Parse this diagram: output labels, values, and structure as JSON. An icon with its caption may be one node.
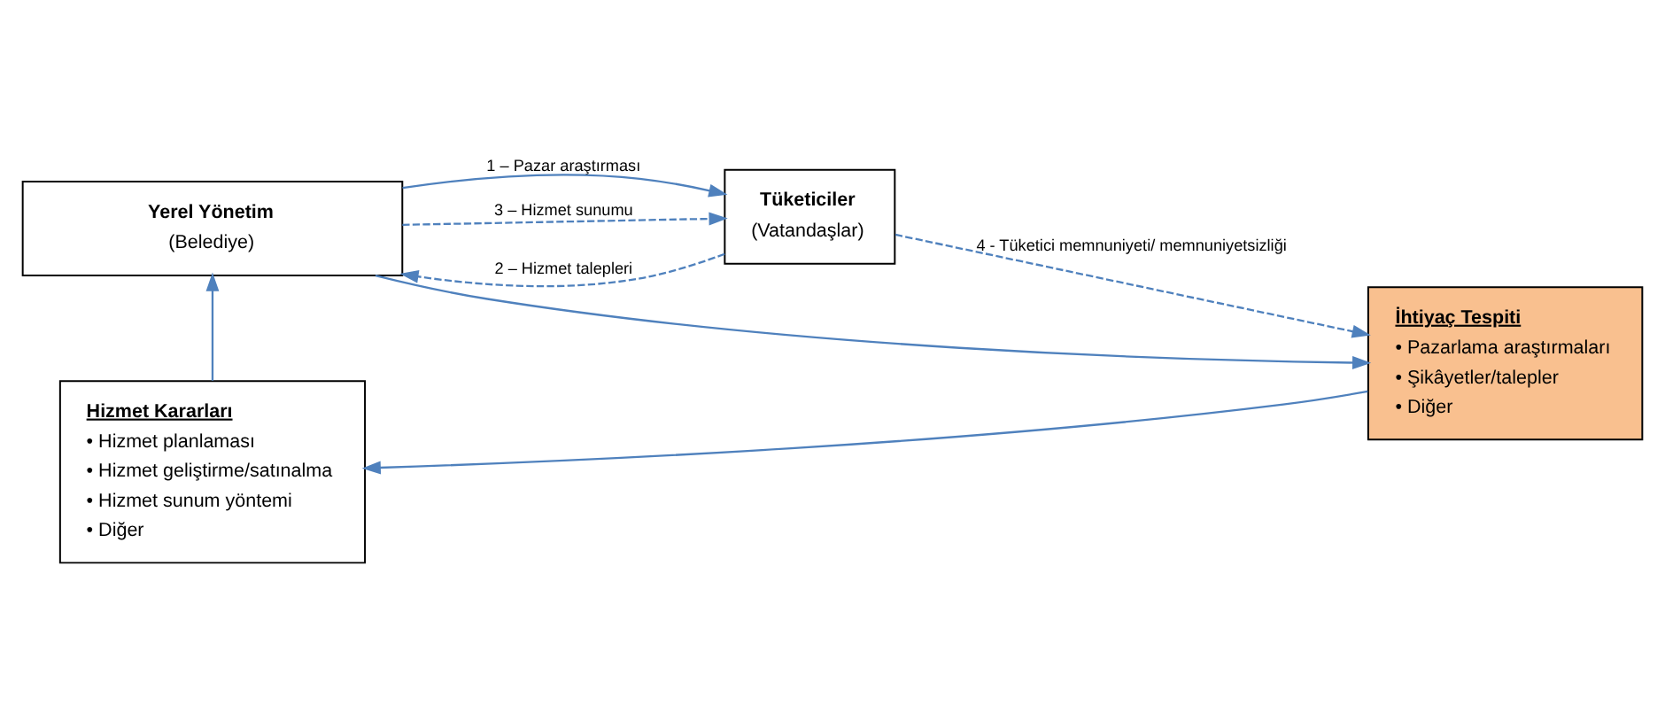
{
  "diagram": {
    "nodes": [
      {
        "text": [
          "Yerel Yönetim",
          "(Belediye)"
        ]
      },
      {
        "text": [
          "Tüketiciler",
          "(Vatandaşlar)"
        ]
      },
      {
        "text": [
          "Hizmet Kararları",
          "• Hizmet planlaması",
          "• Hizmet geliştirme/satınalma",
          "• Hizmet sunum yöntemi",
          "• Diğer"
        ]
      },
      {
        "text": [
          "İhtiyaç Tespiti",
          "• Pazarlama araştırmaları",
          "• Şikâyetler/talepler",
          "• Diğer"
        ]
      }
    ],
    "edges": [
      {
        "from": 1,
        "to": 0,
        "arrow": "to",
        "label": "2 – Hizmet talepleri",
        "style": "dashed"
      },
      {
        "from": 0,
        "to": 1,
        "arrow": "to",
        "label": "1 – Pazar araştırması"
      },
      {
        "from": 0,
        "to": 1,
        "arrow": "to",
        "label": "3 – Hizmet sunumu",
        "style": "dashed"
      },
      {
        "from": 1,
        "to": 3,
        "arrow": "to",
        "label": "4 - Tüketici memnuniyeti/ memnuniyetsizliği",
        "style": "dashed"
      },
      {
        "from": 2,
        "to": 0,
        "arrow": "to"
      },
      {
        "from": 0,
        "to": 3,
        "arrow": "to"
      },
      {
        "from": 3,
        "to": 2,
        "arrow": "to"
      }
    ]
  }
}
